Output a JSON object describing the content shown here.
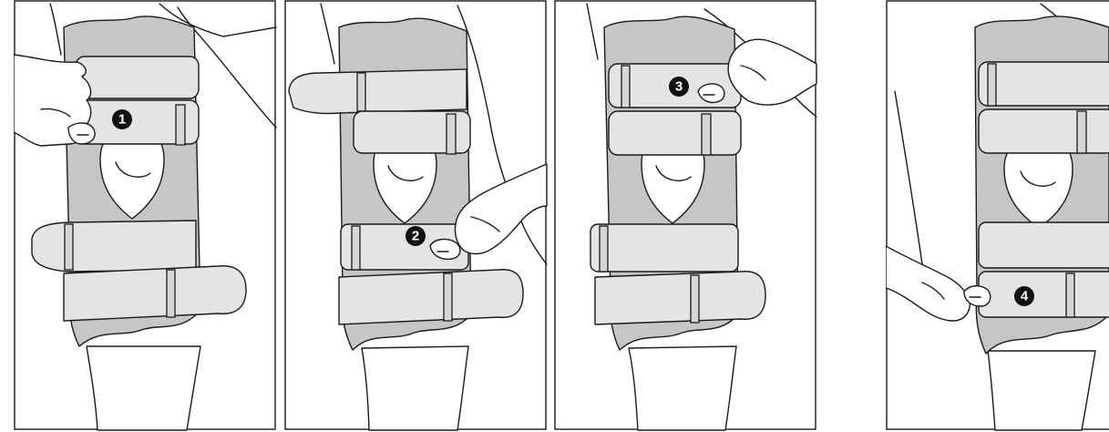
{
  "colors": {
    "outline": "#1a1a1a",
    "brace": "#c6c6c6",
    "strap": "#e4e4e4",
    "background": "#ffffff"
  },
  "steps": [
    {
      "number": "1"
    },
    {
      "number": "2"
    },
    {
      "number": "3"
    },
    {
      "number": "4"
    }
  ]
}
